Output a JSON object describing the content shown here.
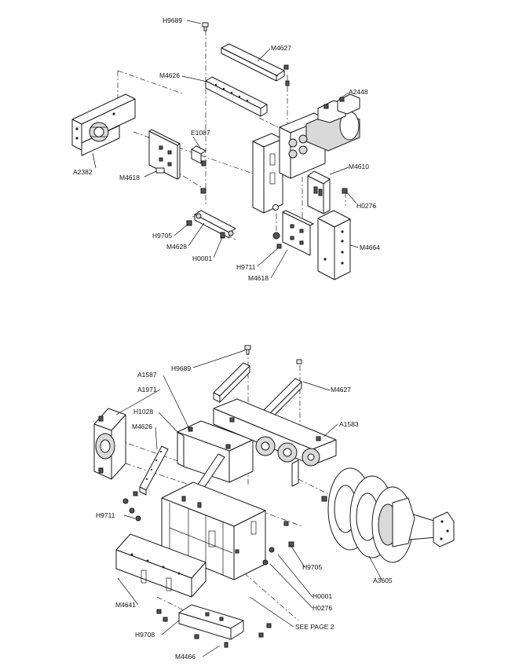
{
  "page1": {
    "labels": {
      "H9689": "H9689",
      "M4627": "M4627",
      "M4626": "M4626",
      "A2448": "A2448",
      "E1087": "E1087",
      "A2382": "A2382",
      "M4618a": "M4618",
      "M4610": "M4610",
      "H0276": "H0276",
      "H9705": "H9705",
      "M4628": "M4628",
      "H0001": "H0001",
      "M4664": "M4664",
      "H9711": "H9711",
      "M4618b": "M4618"
    }
  },
  "page2": {
    "labels": {
      "H9689": "H9689",
      "A1587": "A1587",
      "A1971": "A1971",
      "M4627": "M4627",
      "H1028": "H1028",
      "A1583": "A1583",
      "M4626": "M4626",
      "H9711": "H9711",
      "H9705": "H9705",
      "A3605": "A3605",
      "H0001": "H0001",
      "H0276": "H0276",
      "M4641": "M4641",
      "SEE_PAGE_2": "SEE PAGE 2",
      "H9708": "H9708",
      "M4466": "M4466"
    }
  }
}
